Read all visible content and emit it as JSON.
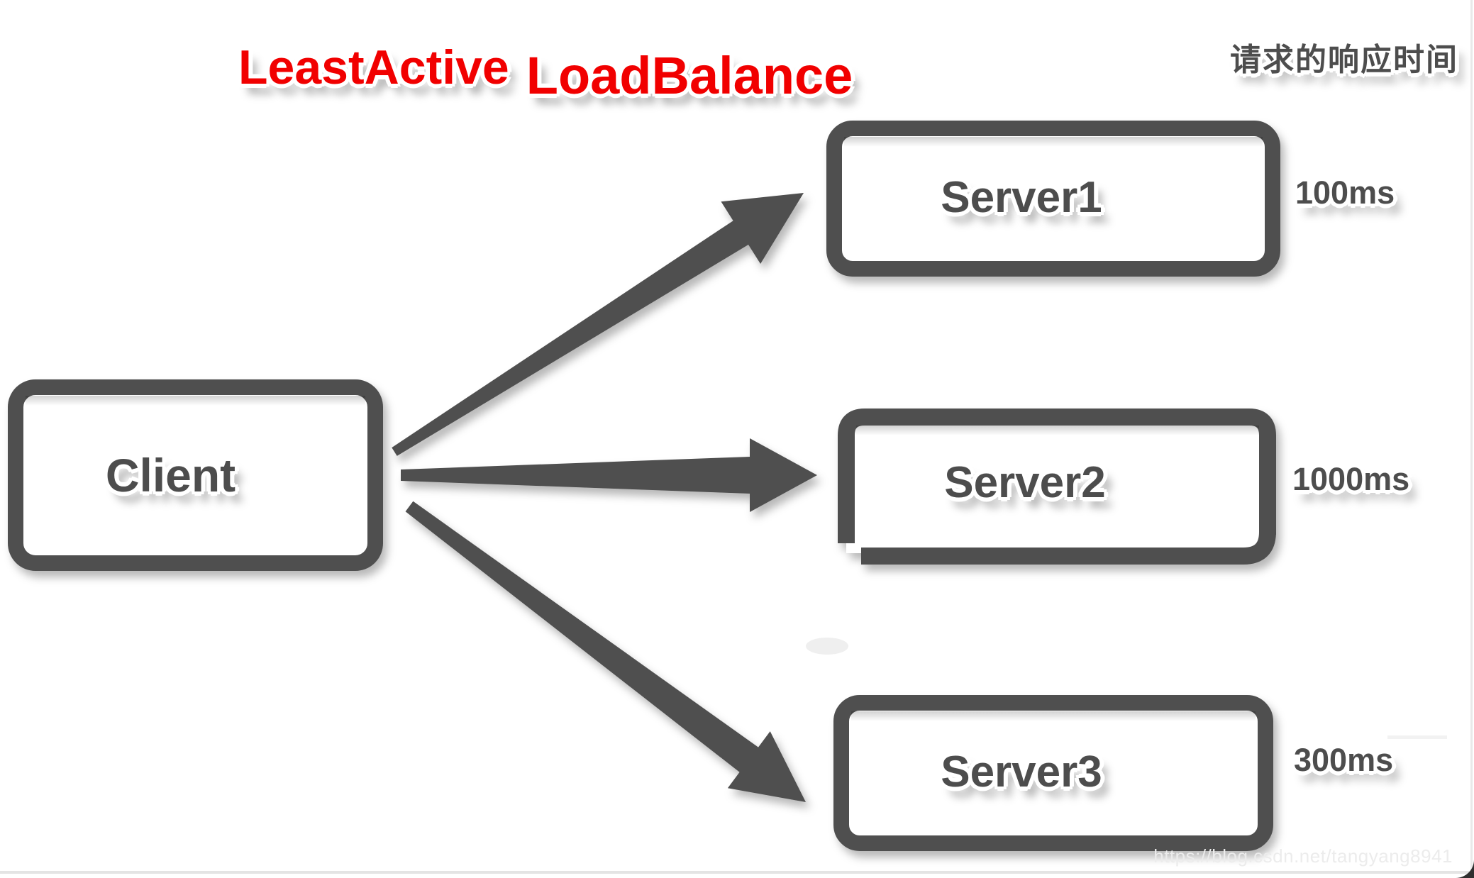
{
  "title": {
    "word1": "LeastActive",
    "word2": "LoadBalance"
  },
  "header_note": {
    "text": "请求的响应时间"
  },
  "client": {
    "label": "Client"
  },
  "servers": [
    {
      "label": "Server1",
      "response_time": "100ms"
    },
    {
      "label": "Server2",
      "response_time": "1000ms"
    },
    {
      "label": "Server3",
      "response_time": "300ms"
    }
  ],
  "watermark": {
    "text": "https://blog.csdn.net/tangyang8941"
  },
  "colors": {
    "shape_gray": "#4f4f4f",
    "text_gray": "#4d4d4d",
    "title_red": "#f10000",
    "watermark_gray": "#ececec"
  }
}
